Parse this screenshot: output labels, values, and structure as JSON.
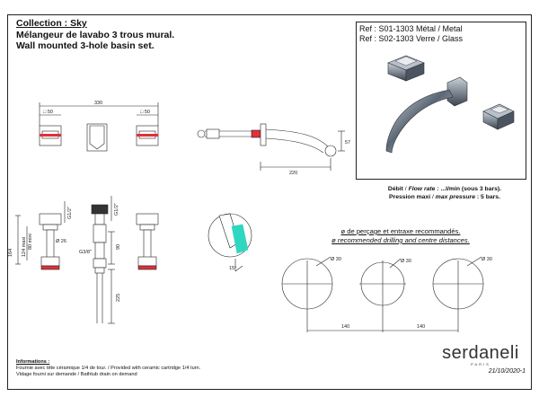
{
  "header": {
    "collection": "Collection : Sky",
    "title_fr": "Mélangeur de lavabo 3 trous mural.",
    "title_en": "Wall mounted 3-hole basin set."
  },
  "reference": {
    "line1": "Ref : S01-1303 Métal / Metal",
    "line2": "Ref : S02-1303 Verre / Glass"
  },
  "specs": {
    "flow_rate_label_fr": "Débit",
    "flow_rate_label_en": "Flow rate",
    "flow_rate_value": " : ...l/min (sous 3 bars).",
    "pressure_label_fr": "Pression maxi",
    "pressure_label_en": "max pressure",
    "pressure_value": " : 5 bars."
  },
  "drilling": {
    "title_fr": "ø de perçage et entraxe recommandés.",
    "title_en": "ø recommended drilling and centre distances."
  },
  "dimensions": {
    "top_width": "330",
    "sq_left": "□ 50",
    "sq_right": "□ 50",
    "spout_length": "220",
    "spout_height": "57",
    "height_total": "164",
    "height_note": "124 maxi",
    "height_min": "80 mini",
    "thread_left": "G1/2\"",
    "thread_mid": "G1/2\"",
    "dia_26": "Ø 26",
    "thread_g38": "G3/8\"",
    "drop_90": "90",
    "drop_225": "225",
    "angle": "15°",
    "hole_dia_1": "Ø 30",
    "hole_dia_2": "Ø 30",
    "hole_dia_3": "Ø 30",
    "centre_1": "140",
    "centre_2": "140"
  },
  "info": {
    "title": "Informations :",
    "line1": "Fournie avec tête céramique 1/4 de tour. / Provided with ceramic cartridge 1/4 turn.",
    "line2": "Vidage fourni sur demande  / Bathtub drain on demand"
  },
  "brand": {
    "name": "serdaneli",
    "city": "PARIS",
    "date": "21/10/2020-1"
  },
  "colors": {
    "accent_red": "#e0303a",
    "water_cyan": "#2fd6c0",
    "line": "#222222"
  }
}
